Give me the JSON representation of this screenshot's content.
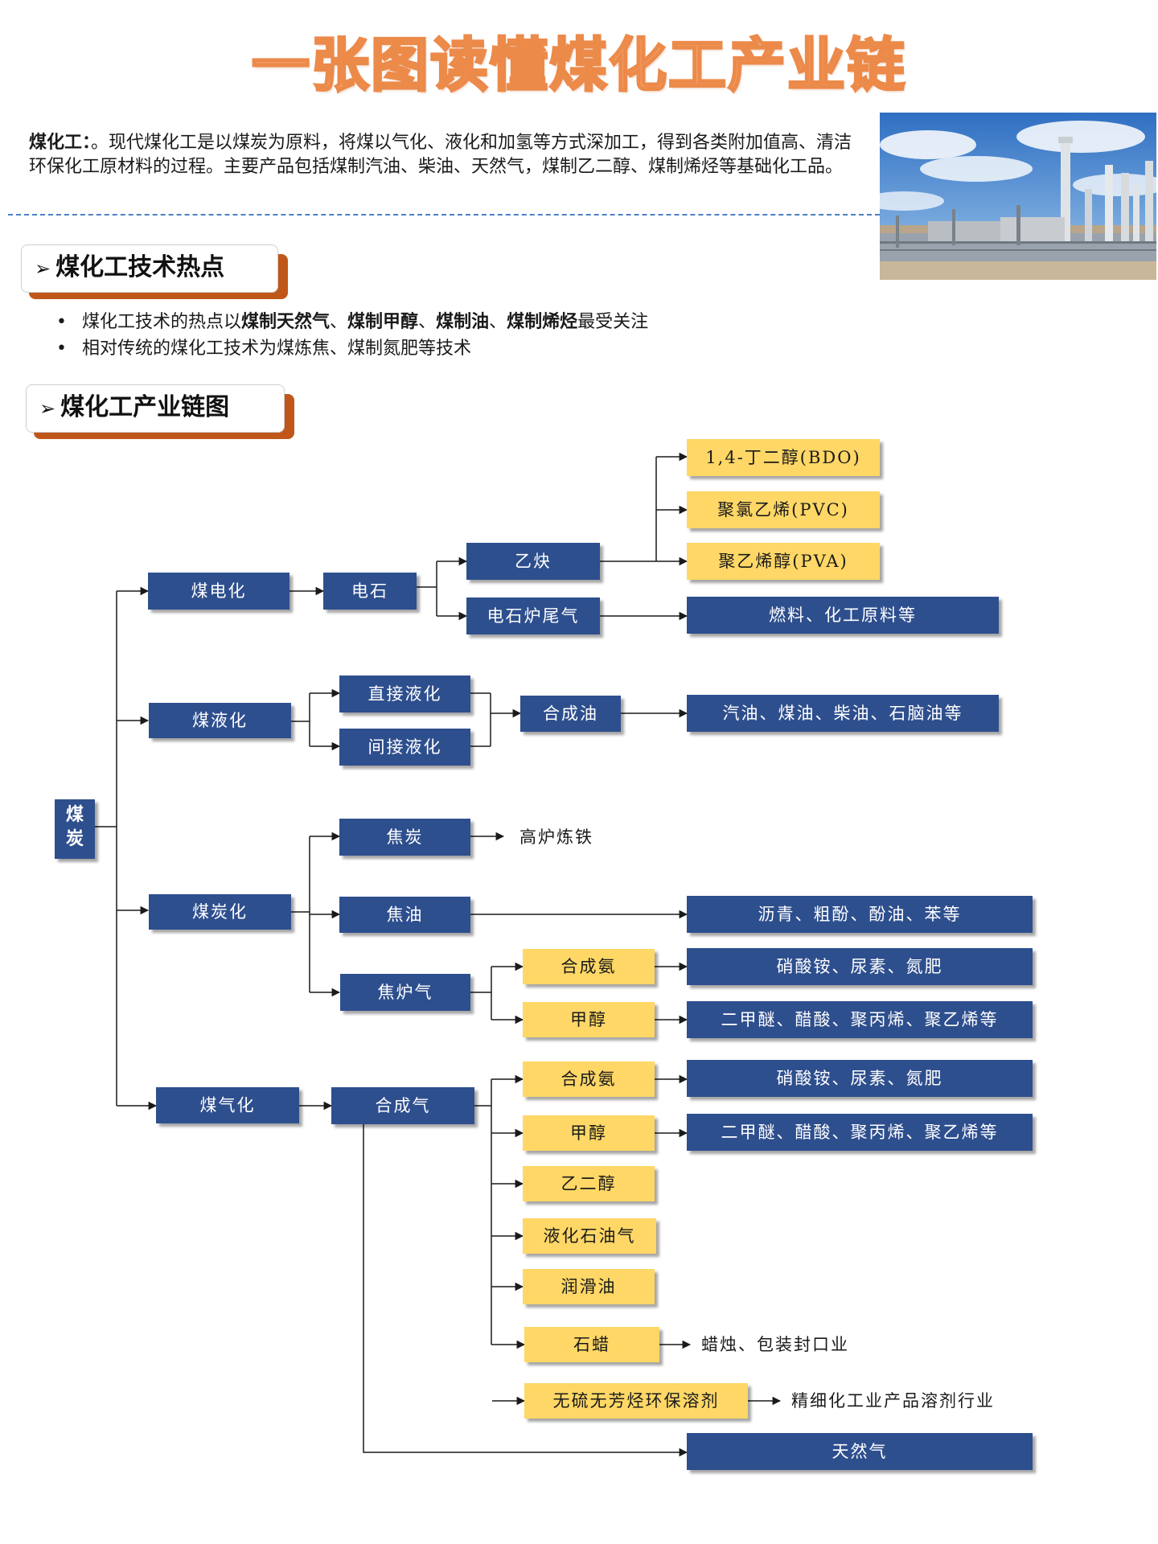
{
  "title": "一张图读懂煤化工产业链",
  "intro": {
    "label": "煤化工：",
    "text": "。现代煤化工是以煤炭为原料，将煤以气化、液化和加氢等方式深加工，得到各类附加值高、清洁环保化工原材料的过程。主要产品包括煤制汽油、柴油、天然气，煤制乙二醇、煤制烯烃等基础化工品。"
  },
  "section1": {
    "arrow": "➢",
    "title": "煤化工技术热点"
  },
  "bullets": {
    "b1": {
      "prefix": "煤化工技术的热点以",
      "k1": "煤制天然气",
      "s1": "、",
      "k2": "煤制甲醇",
      "s2": "、",
      "k3": "煤制油",
      "s3": "、",
      "k4": "煤制烯烃",
      "suffix": "最受关注"
    },
    "b2": {
      "text": "相对传统的煤化工技术为煤炼焦、煤制氮肥等技术"
    }
  },
  "section2": {
    "arrow": "➢",
    "title": "煤化工产业链图"
  },
  "colors": {
    "blue": "#2f4f8e",
    "yellow": "#fed766",
    "line": "#1a1a1a",
    "section_shadow": "#c0571a",
    "title_fill": "#f5b48a",
    "title_stroke": "#ec8a4a"
  },
  "diagram": {
    "nodes": {
      "coal": "煤炭",
      "electric": "煤电化",
      "carbide": "电石",
      "acetylene": "乙炔",
      "bdo": "1,4-丁二醇(BDO)",
      "pvc": "聚氯乙烯(PVC)",
      "pva": "聚乙烯醇(PVA)",
      "tailgas": "电石炉尾气",
      "fuel": "燃料、化工原料等",
      "liquefy": "煤液化",
      "direct": "直接液化",
      "indirect": "间接液化",
      "synoil": "合成油",
      "gasoline": "汽油、煤油、柴油、石脑油等",
      "carbonize": "煤炭化",
      "coke": "焦炭",
      "blast": "高炉炼铁",
      "tar": "焦油",
      "asphalt": "沥青、粗酚、酚油、苯等",
      "cokegas": "焦炉气",
      "ammonia1": "合成氨",
      "fert1": "硝酸铵、尿素、氮肥",
      "methanol1": "甲醇",
      "dme1": "二甲醚、醋酸、聚丙烯、聚乙烯等",
      "gasify": "煤气化",
      "syngas": "合成气",
      "ammonia2": "合成氨",
      "fert2": "硝酸铵、尿素、氮肥",
      "methanol2": "甲醇",
      "dme2": "二甲醚、醋酸、聚丙烯、聚乙烯等",
      "glycol": "乙二醇",
      "lpg": "液化石油气",
      "lube": "润滑油",
      "wax": "石蜡",
      "candle": "蜡烛、包装封口业",
      "solvent": "无硫无芳烃环保溶剂",
      "fine": "精细化工业产品溶剂行业",
      "natgas": "天然气"
    }
  }
}
